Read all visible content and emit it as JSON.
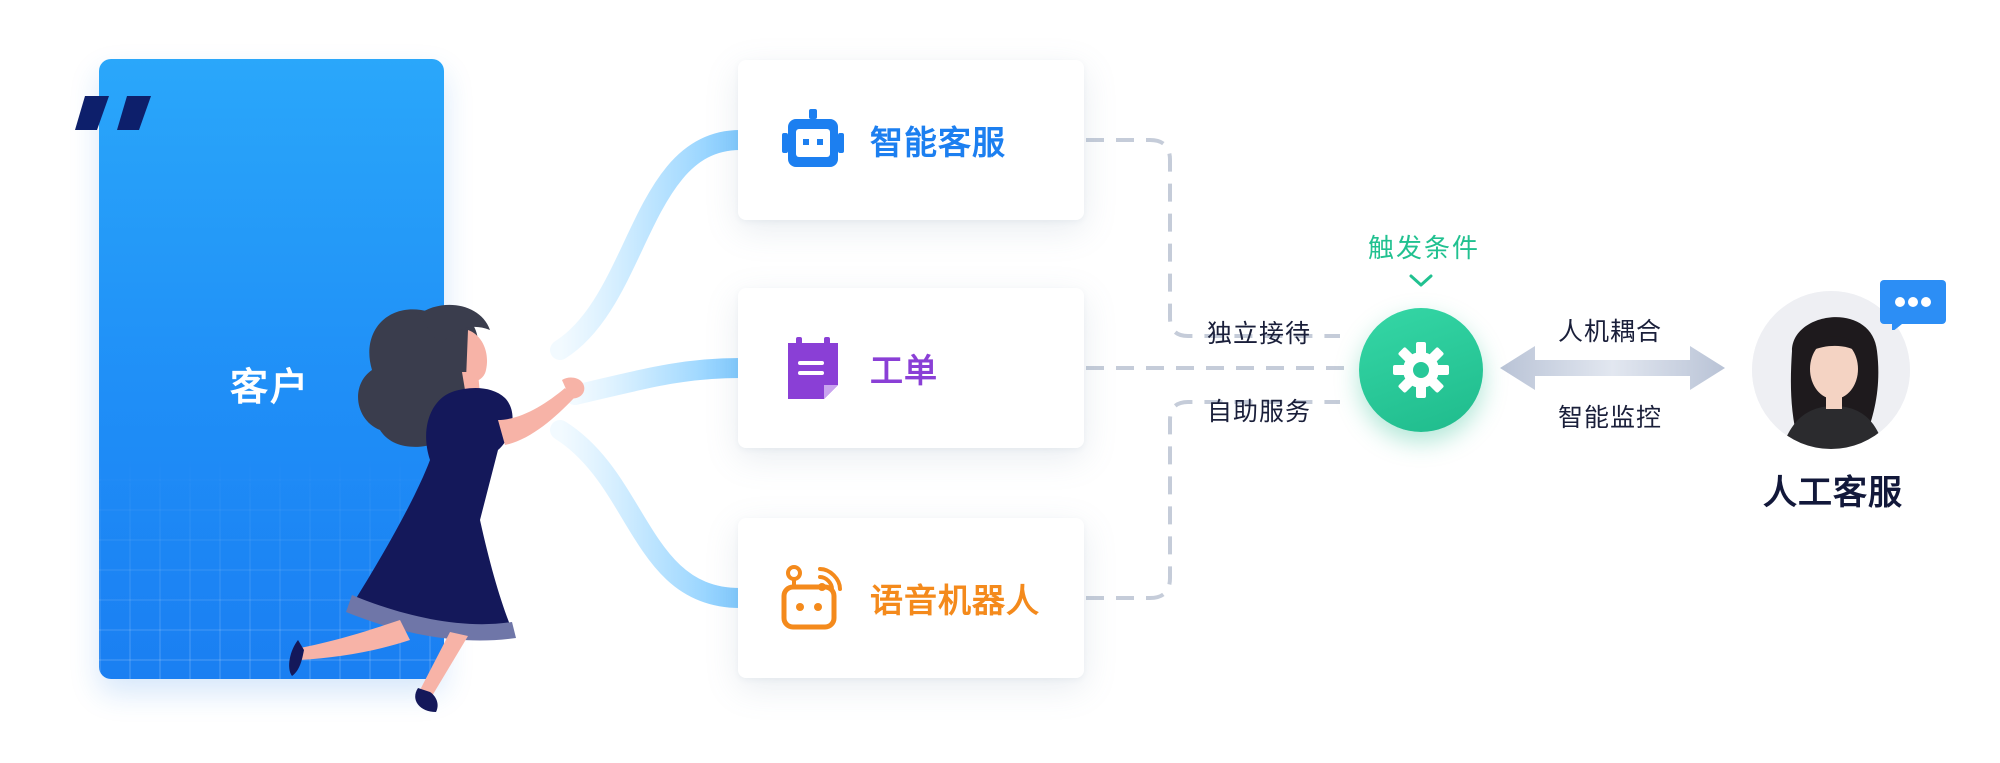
{
  "customer": {
    "label": "客户"
  },
  "channels": [
    {
      "label": "智能客服",
      "icon": "robot-icon",
      "color": "#1c7ff0"
    },
    {
      "label": "工单",
      "icon": "ticket-icon",
      "color": "#8a3fd6"
    },
    {
      "label": "语音机器人",
      "icon": "voice-robot-icon",
      "color": "#f48a1c"
    }
  ],
  "flow": {
    "independent_label": "独立接待",
    "selfservice_label": "自助服务",
    "trigger_label": "触发条件",
    "coupling_label": "人机耦合",
    "monitoring_label": "智能监控"
  },
  "agent": {
    "label": "人工客服"
  },
  "colors": {
    "panel_blue": "#1f8ef7",
    "trigger_green": "#21c190",
    "dashed_line": "#c5ccd9",
    "arrow": "#c3cbdc"
  }
}
